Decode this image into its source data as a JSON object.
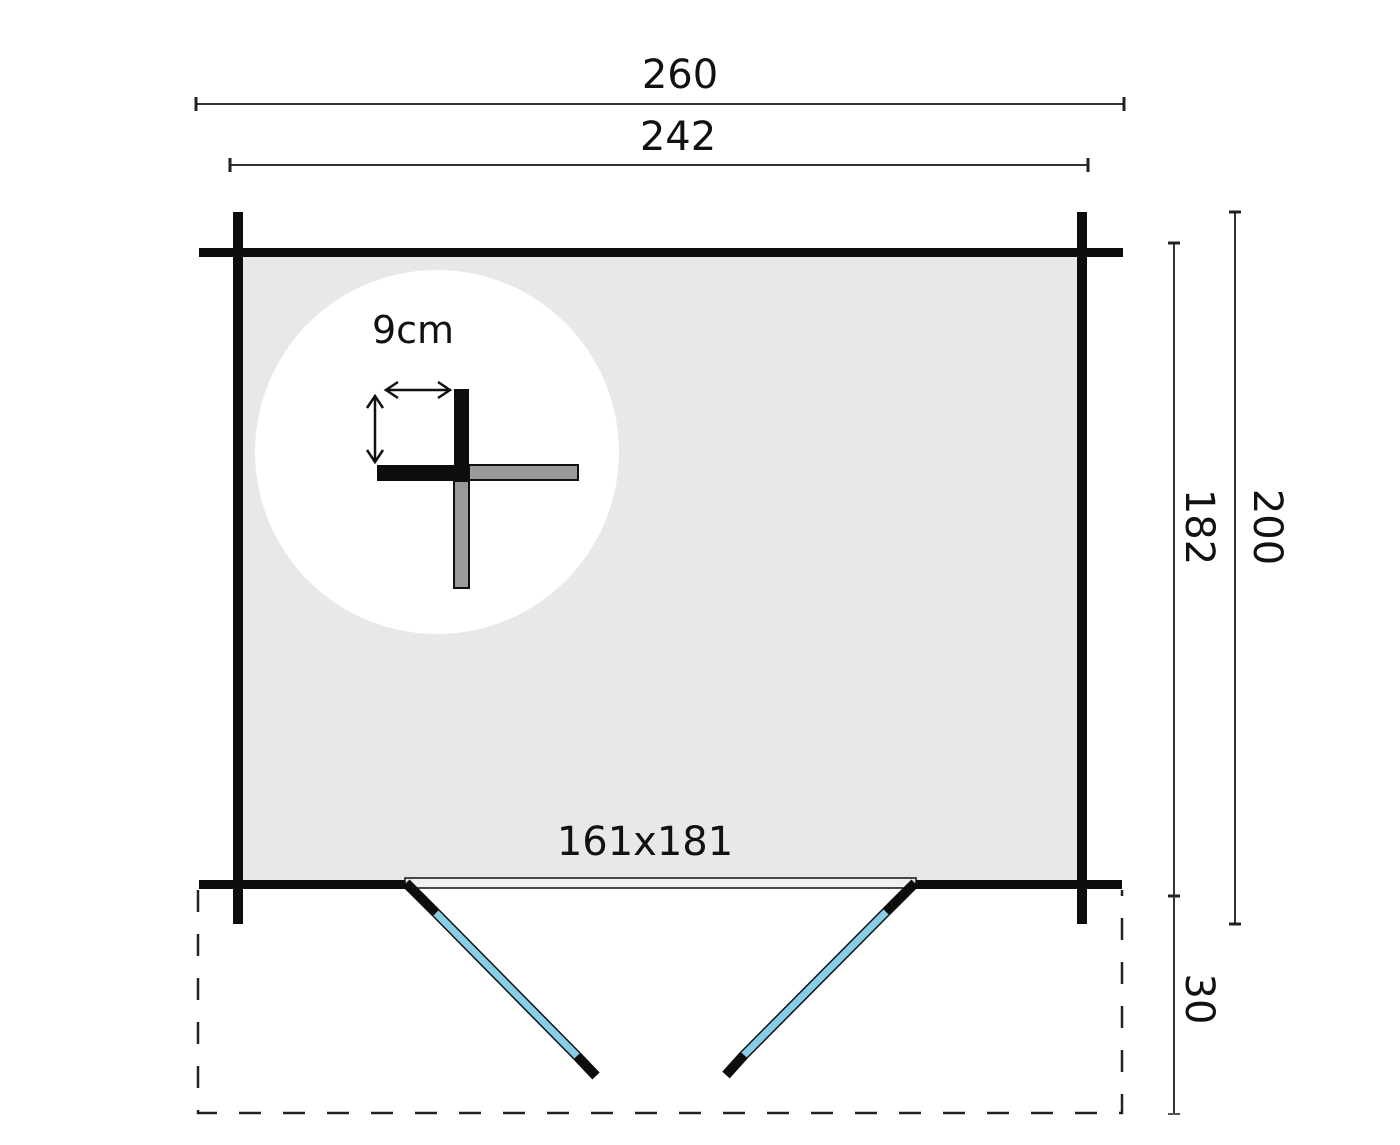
{
  "diagram": {
    "type": "floor-plan",
    "subject": "garden shed / cabin with front porch and double door",
    "unit": "cm"
  },
  "dimensions": {
    "overall_width": {
      "label": "260",
      "orientation": "horizontal"
    },
    "inner_width": {
      "label": "242",
      "orientation": "horizontal"
    },
    "inner_depth": {
      "label": "182",
      "orientation": "vertical"
    },
    "overall_depth": {
      "label": "200",
      "orientation": "vertical"
    },
    "porch_depth": {
      "label": "30",
      "orientation": "vertical"
    }
  },
  "door": {
    "opening_label": "161x181",
    "leaves": 2,
    "glass_color": "#87cde6"
  },
  "inset": {
    "wall_thickness_label": "9cm",
    "description": "interlocking log corner detail"
  },
  "colors": {
    "wall": "#0d0d0d",
    "floor": "#e8e8e8",
    "inset_background": "#ffffff",
    "inset_log_secondary": "#9a9a98",
    "dimension_line": "#333333"
  }
}
